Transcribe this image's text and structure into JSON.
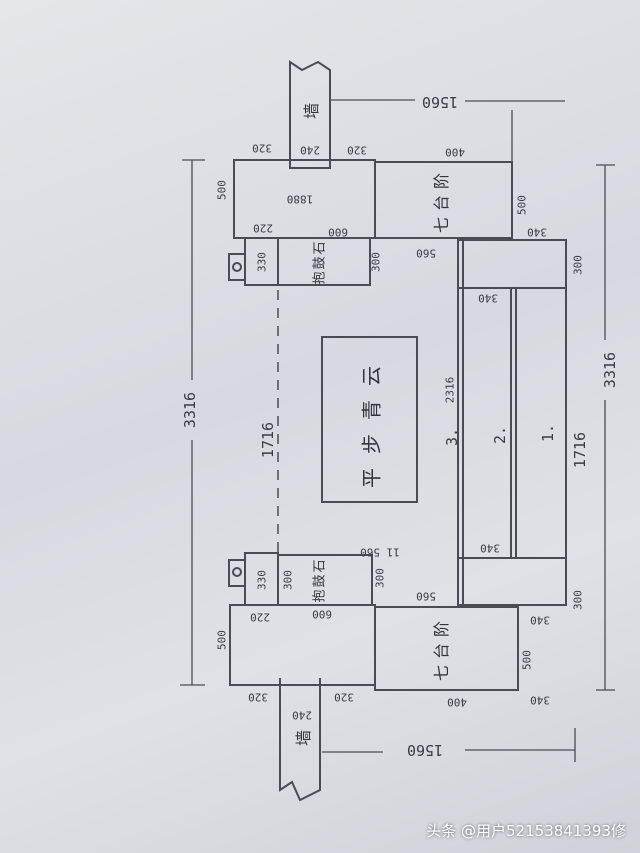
{
  "texts": {
    "wall_top": "墙",
    "wall_bottom": "墙",
    "steps_top": "七台阶",
    "steps_bottom": "七台阶",
    "drum_top": "抱鼓石",
    "drum_bottom": "抱鼓石",
    "center_stone": "平步青云",
    "step1": "1.",
    "step2": "2.",
    "step3": "3."
  },
  "dims": [
    "320",
    "240",
    "320",
    "400",
    "500",
    "340",
    "560",
    "300",
    "340",
    "600",
    "220",
    "330",
    "300",
    "1560",
    "1880",
    "500",
    "1716",
    "2316",
    "1716",
    "3316",
    "3316",
    "11 560",
    "300",
    "560",
    "340",
    "300",
    "340",
    "600",
    "220",
    "330",
    "300",
    "500",
    "320",
    "320",
    "400",
    "500",
    "340",
    "240",
    "1560"
  ],
  "watermark": "头条 @用户52153841393修"
}
